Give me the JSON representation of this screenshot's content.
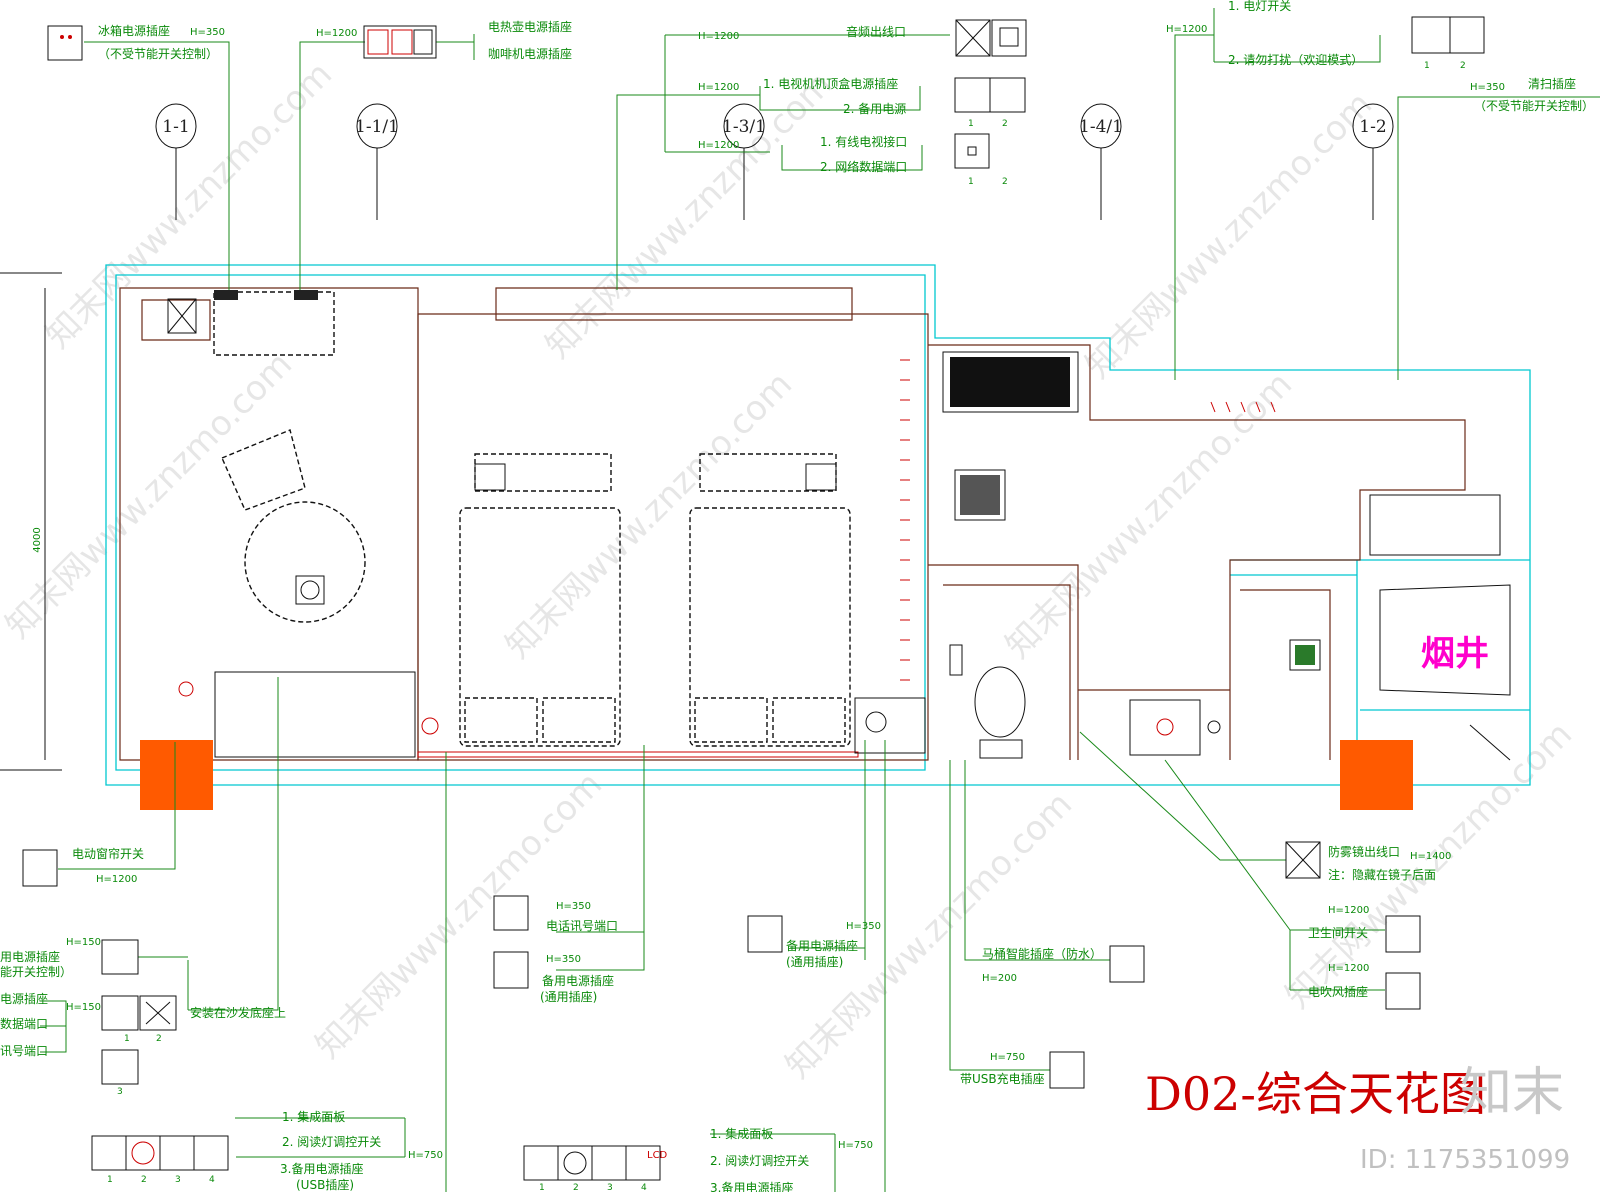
{
  "title": "D02-综合天花图",
  "logo_text": "知末",
  "image_id_text": "ID: 1175351099",
  "watermark_text": "知末网www.znzmo.com",
  "shaft_label": "烟井",
  "dimension_4000": "4000",
  "bubbles": [
    "1-1",
    "1-1/1",
    "1-3/1",
    "1-4/1",
    "1-2"
  ],
  "top": {
    "fridge_socket": "冰箱电源插座",
    "fridge_h": "H=350",
    "fridge_note": "（不受节能开关控制）",
    "h1200_a": "H=1200",
    "kettle_socket": "电热壶电源插座",
    "coffee_socket": "咖啡机电源插座",
    "audio_h": "H=1200",
    "audio_out": "音频出线口",
    "tv_h": "H=1200",
    "tv_box": "1. 电视机机顶盒电源插座",
    "backup_power": "2. 备用电源",
    "cable_h": "H=1200",
    "cable_tv": "1. 有线电视接口",
    "network": "2. 网络数据端口",
    "light_h": "H=1200",
    "light_switch": "1. 电灯开关",
    "dnd": "2. 请勿打扰（欢迎模式）",
    "clean_h": "H=350",
    "clean_socket": "清扫插座",
    "clean_note": "（不受节能开关控制）"
  },
  "right": {
    "antifog": "防雾镜出线口",
    "antifog_h": "H=1400",
    "antifog_note": "注：隐藏在镜子后面",
    "bath_h": "H=1200",
    "bath_switch": "卫生间开关",
    "dryer_h": "H=1200",
    "dryer_socket": "电吹风插座"
  },
  "left": {
    "curtain": "电动窗帘开关",
    "curtain_h": "H=1200",
    "sock_h1": "H=150",
    "sock_a": "用电源插座",
    "sock_a_note": "能开关控制）",
    "sock_h2": "H=150",
    "sock_b": "电源插座",
    "data_port": "数据端口",
    "tel_port": "讯号端口",
    "sofa_note": "安装在沙发底座上"
  },
  "middle": {
    "phone_h": "H=350",
    "phone_port": "电话讯号端口",
    "backup_h": "H=350",
    "backup_socket": "备用电源插座",
    "backup_note": "(通用插座)",
    "backup2_h": "H=350",
    "backup2_socket": "备用电源插座",
    "backup2_note": "(通用插座)",
    "toilet_socket": "马桶智能插座（防水）",
    "toilet_h": "H=200",
    "usb_h": "H=750",
    "usb_socket": "带USB充电插座"
  },
  "panel_left": {
    "p1": "1. 集成面板",
    "p2": "2. 阅读灯调控开关",
    "p3": "3.备用电源插座",
    "p3_note": "(USB插座)",
    "h": "H=750"
  },
  "panel_mid": {
    "p1": "1. 集成面板",
    "p2": "2. 阅读灯调控开关",
    "p3": "3.备用电源插座",
    "h": "H=750"
  },
  "index_numbers": [
    "1",
    "2",
    "3",
    "4"
  ],
  "lcd": "LCD",
  "colors": {
    "green": "#0a8a0a",
    "brown": "#6a2a18",
    "cyan": "#00c8d0",
    "orange": "#ff5a00",
    "magenta": "#ff00cc",
    "red": "#cc0000"
  }
}
